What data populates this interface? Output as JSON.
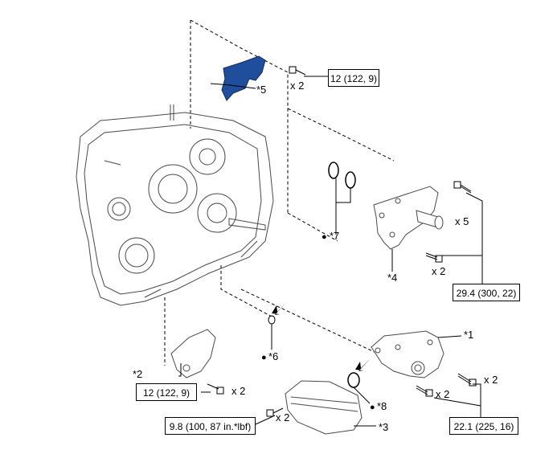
{
  "torque_specs": {
    "t1": "12 (122, 9)",
    "t2": "29.4 (300, 22)",
    "t3": "12 (122, 9)",
    "t4": "9.8 (100, 87 in.*lbf)",
    "t5": "22.1 (225, 16)"
  },
  "quantities": {
    "q1": "x 2",
    "q2": "x 5",
    "q3": "x 2",
    "q4": "x 2",
    "q5": "x 2",
    "q6": "x 2",
    "q7": "x 2"
  },
  "callouts": {
    "c1": "*1",
    "c2": "*2",
    "c3": "*3",
    "c4": "*4",
    "c5": "*5",
    "c6": "*6",
    "c7": "*7",
    "c8": "*8"
  },
  "colors": {
    "highlight": "#1f4e9c",
    "line": "#000000",
    "part_stroke": "#4a4a4a"
  }
}
